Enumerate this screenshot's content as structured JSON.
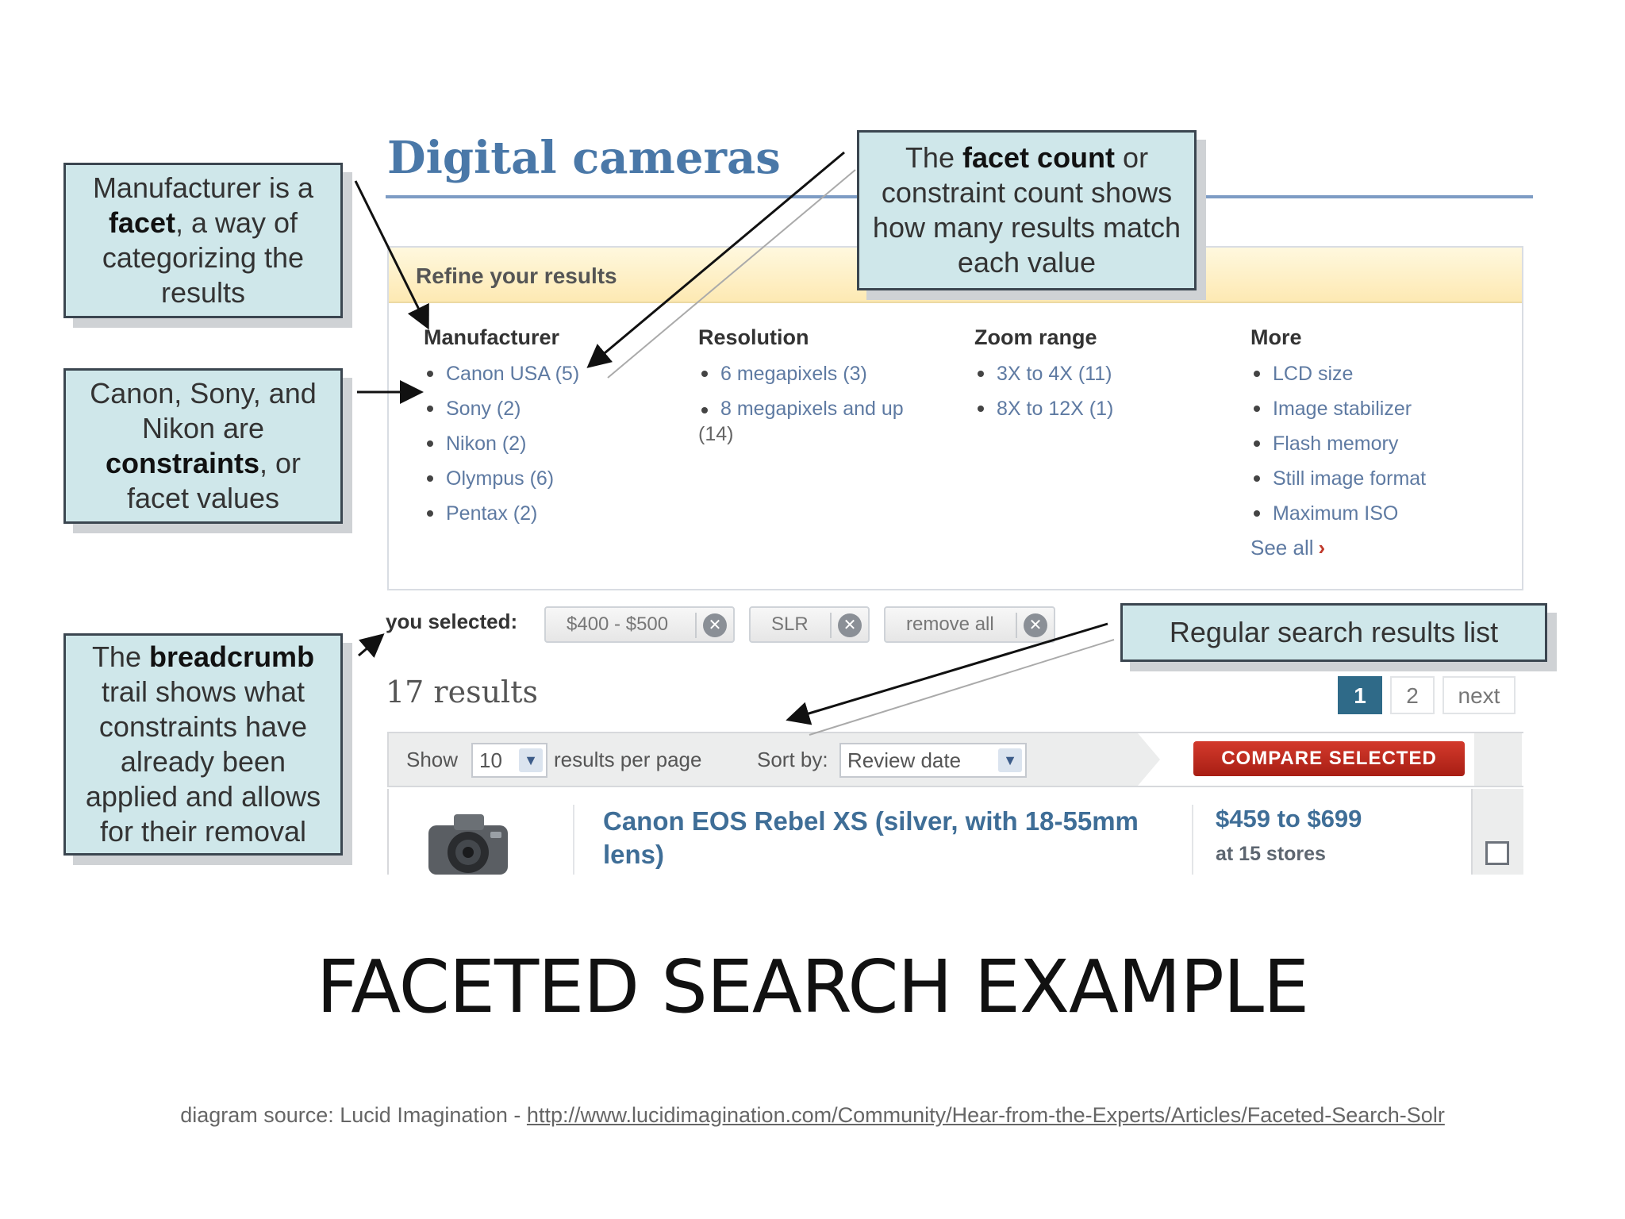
{
  "page": {
    "title": "Digital cameras",
    "refine_title": "Refine your results"
  },
  "facets": [
    {
      "name": "Manufacturer",
      "values": [
        "Canon USA (5)",
        "Sony (2)",
        "Nikon (2)",
        "Olympus (6)",
        "Pentax (2)"
      ]
    },
    {
      "name": "Resolution",
      "values": [
        "6 megapixels (3)"
      ],
      "wrapped_value": {
        "line1": "8 megapixels and up",
        "line2": "(14)"
      }
    },
    {
      "name": "Zoom range",
      "values": [
        "3X to 4X (11)",
        "8X to 12X (1)"
      ]
    },
    {
      "name": "More",
      "values": [
        "LCD size",
        "Image stabilizer",
        "Flash memory",
        "Still image format",
        "Maximum ISO"
      ],
      "see_all": "See all",
      "see_all_icon": "chevron-right-icon"
    }
  ],
  "breadcrumb": {
    "label": "you selected:",
    "chips": [
      "$400 - $500",
      "SLR",
      "remove all"
    ],
    "remove_icon": "close-circle-icon"
  },
  "results": {
    "count_text": "17 results",
    "pager": [
      "1",
      "2",
      "next"
    ],
    "active_page": "1"
  },
  "toolbar": {
    "show_label": "Show",
    "per_page_value": "10",
    "per_page_suffix": "results per page",
    "sort_label": "Sort by:",
    "sort_value": "Review date",
    "compare_label": "COMPARE SELECTED"
  },
  "result_item": {
    "name": "Canon EOS Rebel XS (silver, with 18-55mm lens)",
    "price": "$459 to $699",
    "stores": "at 15 stores",
    "image_icon": "camera-icon"
  },
  "callouts": {
    "facet": {
      "pre": "Manufacturer is a",
      "bold": "facet",
      "post": ", a way of categorizing the results"
    },
    "constraints": {
      "pre": "Canon, Sony, and Nikon are",
      "bold": "constraints",
      "post": ", or facet values"
    },
    "breadcrumb": {
      "pre": "The",
      "bold": "breadcrumb",
      "post": "trail shows what constraints have already been applied and allows for their removal"
    },
    "facet_count": {
      "pre": "The",
      "bold": "facet count",
      "post": "or constraint count shows how many results match each value"
    },
    "results_list": {
      "text": "Regular search results list"
    }
  },
  "slide": {
    "title": "FACETED SEARCH EXAMPLE",
    "source_prefix": "diagram source: Lucid Imagination - ",
    "source_url": "http://www.lucidimagination.com/Community/Hear-from-the-Experts/Articles/Faceted-Search-Solr"
  },
  "colors": {
    "title_blue": "#4a78a8",
    "link_blue": "#5e7aa2",
    "callout_fill": "#cfe7ea",
    "compare_red": "#c0392b",
    "active_page": "#2f6a88"
  }
}
